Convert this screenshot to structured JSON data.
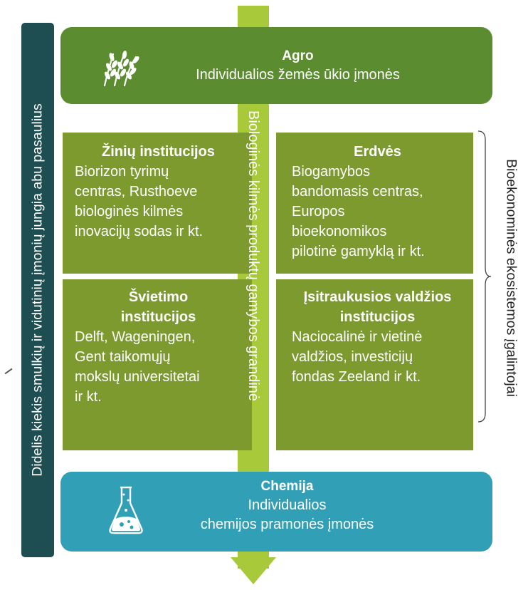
{
  "agro": {
    "title": "Agro",
    "subtitle": "Individualios žemės ūkio įmonės",
    "icon": "wheat-icon",
    "color": "#5b8c2f"
  },
  "chemija": {
    "title": "Chemija",
    "subtitle_line1": "Individualios",
    "subtitle_line2": "chemijos pramonės įmonės",
    "icon": "flask-icon",
    "color": "#31a0b6"
  },
  "left_bar": {
    "text": "Didelis kiekis smulkių ir vidutinių įmonių jungia abu pasaulius",
    "color": "#1e4e52"
  },
  "center_arrow": {
    "text": "Biologinės kilmės produktų gamybos grandinė",
    "color": "#a8c93a"
  },
  "right_label": {
    "text": "Bioekonominės ekosistemos įgalintojai"
  },
  "boxes": [
    {
      "title": "Žinių institucijos",
      "lines": [
        "Biorizon tyrimų",
        "centras, Rusthoeve",
        "biologinės kilmės",
        "inovacijų sodas ir kt."
      ]
    },
    {
      "title": "Erdvės",
      "lines": [
        "Biogamybos",
        "bandomasis centras,",
        "Europos",
        "bioekonomikos",
        "pilotinė gamyklą ir kt."
      ]
    },
    {
      "title_line1": "Švietimo",
      "title_line2": "institucijos",
      "lines": [
        "Delft, Wageningen,",
        "Gent taikomųjų",
        "mokslų universitetai",
        "ir kt."
      ]
    },
    {
      "title_line1": "Įsitraukusios valdžios",
      "title_line2": "institucijos",
      "lines": [
        "Naciocalinė ir vietinė",
        "valdžios, investicijų",
        "fondas Zeeland ir kt."
      ]
    }
  ],
  "box_color": "#7d9a2f"
}
